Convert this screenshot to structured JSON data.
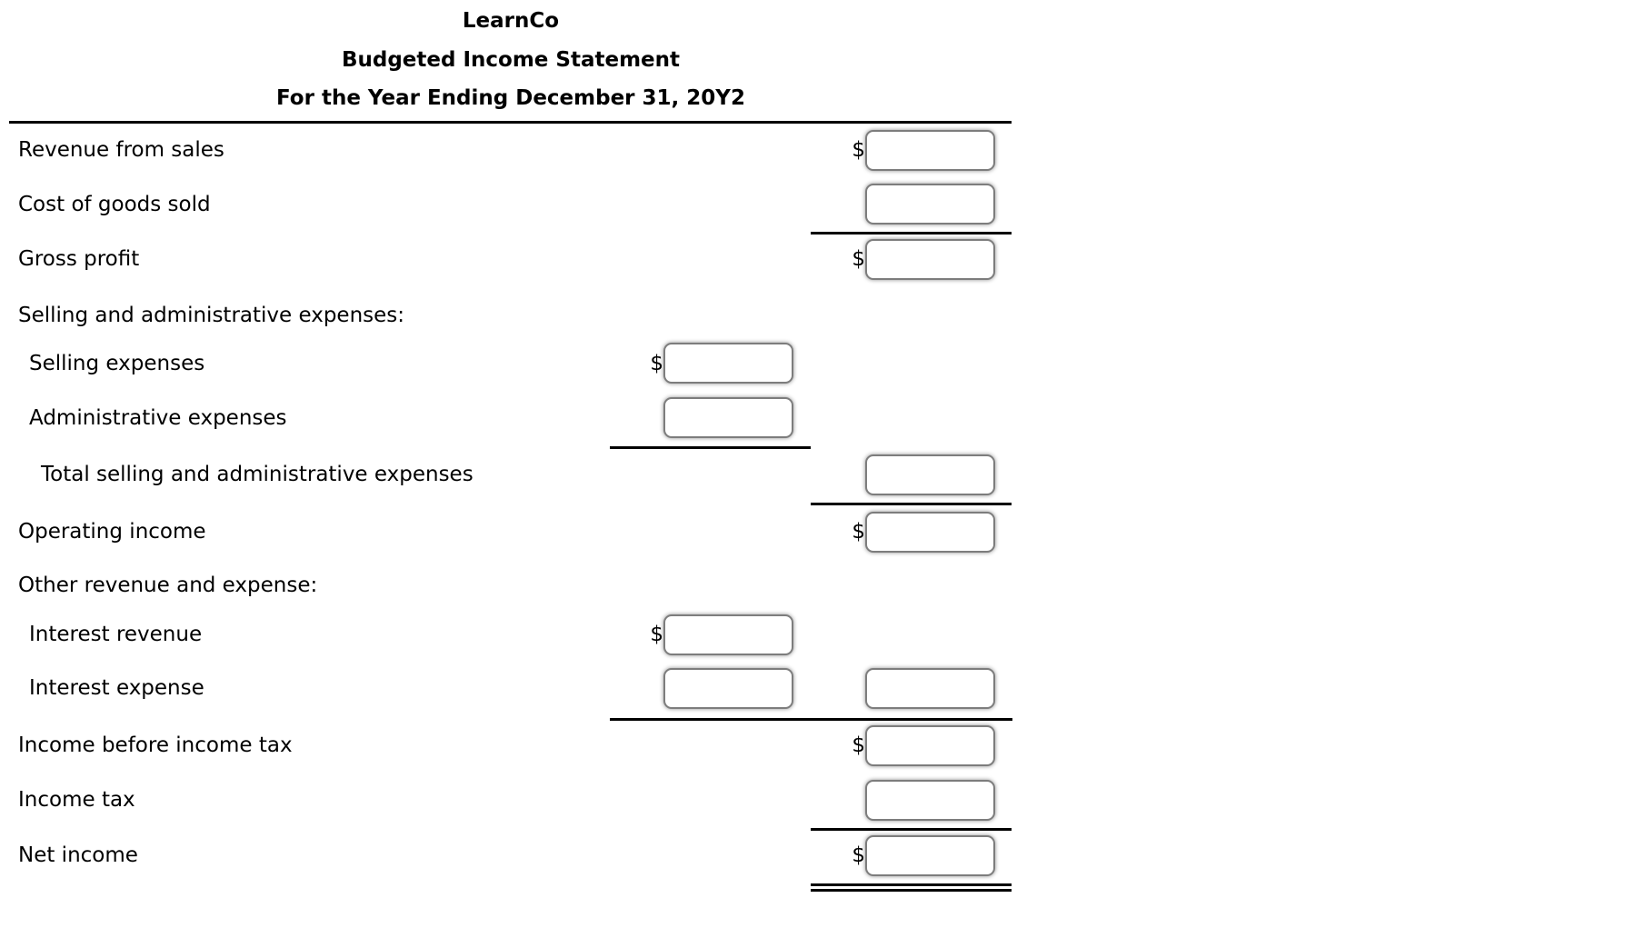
{
  "title": {
    "company": "LearnCo",
    "statement": "Budgeted Income Statement",
    "period": "For the Year Ending December 31, 20Y2"
  },
  "currency": "$",
  "rows": [
    {
      "label": "Revenue from sales",
      "value": ""
    },
    {
      "label": "Cost of goods sold",
      "value": ""
    },
    {
      "label": "Gross profit",
      "value": ""
    },
    {
      "label": "Selling and administrative expenses:"
    },
    {
      "label": "Selling expenses",
      "value": ""
    },
    {
      "label": "Administrative expenses",
      "value": ""
    },
    {
      "label": "Total selling and administrative expenses",
      "value": ""
    },
    {
      "label": "Operating income",
      "value": ""
    },
    {
      "label": "Other revenue and expense:"
    },
    {
      "label": "Interest revenue",
      "value": ""
    },
    {
      "label": "Interest expense",
      "value_mid": "",
      "value_right": ""
    },
    {
      "label": "Income before income tax",
      "value": ""
    },
    {
      "label": "Income tax",
      "value": ""
    },
    {
      "label": "Net income",
      "value": ""
    }
  ]
}
